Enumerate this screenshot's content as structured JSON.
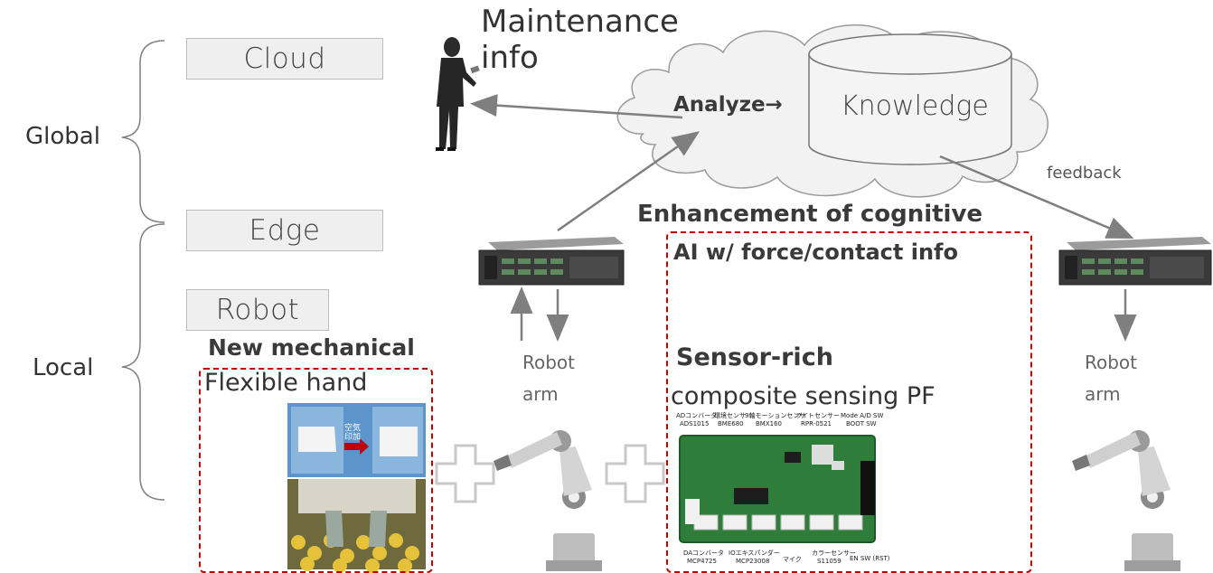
{
  "tiers": {
    "cloud": "Cloud",
    "edge": "Edge",
    "robot": "Robot"
  },
  "scopes": {
    "global": "Global",
    "local": "Local"
  },
  "maintenance": {
    "line1": "Maintenance",
    "line2": "info"
  },
  "cloud_area": {
    "analyze": "Analyze→",
    "knowledge": "Knowledge"
  },
  "feedback_label": "feedback",
  "cognitive": {
    "line1": "Enhancement of cognitive",
    "line2": "AI w/ force/contact info"
  },
  "mechanical": {
    "title": "New mechanical",
    "subtitle": "Flexible hand"
  },
  "sensor": {
    "title": "Sensor-rich",
    "subtitle": "composite sensing PF"
  },
  "robot_arm_left": {
    "line1": "Robot",
    "line2": "arm"
  },
  "robot_arm_right": {
    "line1": "Robot",
    "line2": "arm"
  },
  "board_labels": {
    "adc": "ADコンバータ",
    "adc_part": "ADS1015",
    "env": "環境センサ",
    "env_part": "BME680",
    "motion": "9軸モーションセンサ",
    "motion_part": "BMX160",
    "light": "ライトセンサー",
    "light_part": "RPR-0521",
    "mode": "Mode A/D SW",
    "boot": "BOOT SW",
    "dac": "DAコンバータ",
    "dac_part": "MCP4725",
    "io": "IOエキスパンダー",
    "io_part": "MCP23008",
    "mic": "マイク",
    "color": "カラーセンサー",
    "color_part": "S11059",
    "en": "EN SW (RST)"
  },
  "hand_photo": {
    "label1": "空気",
    "label2": "印加"
  },
  "colors": {
    "dashed_border": "#c00000",
    "arrow": "#808080",
    "cloud_fill": "#f2f2f2",
    "tier_box": "#efefef"
  }
}
